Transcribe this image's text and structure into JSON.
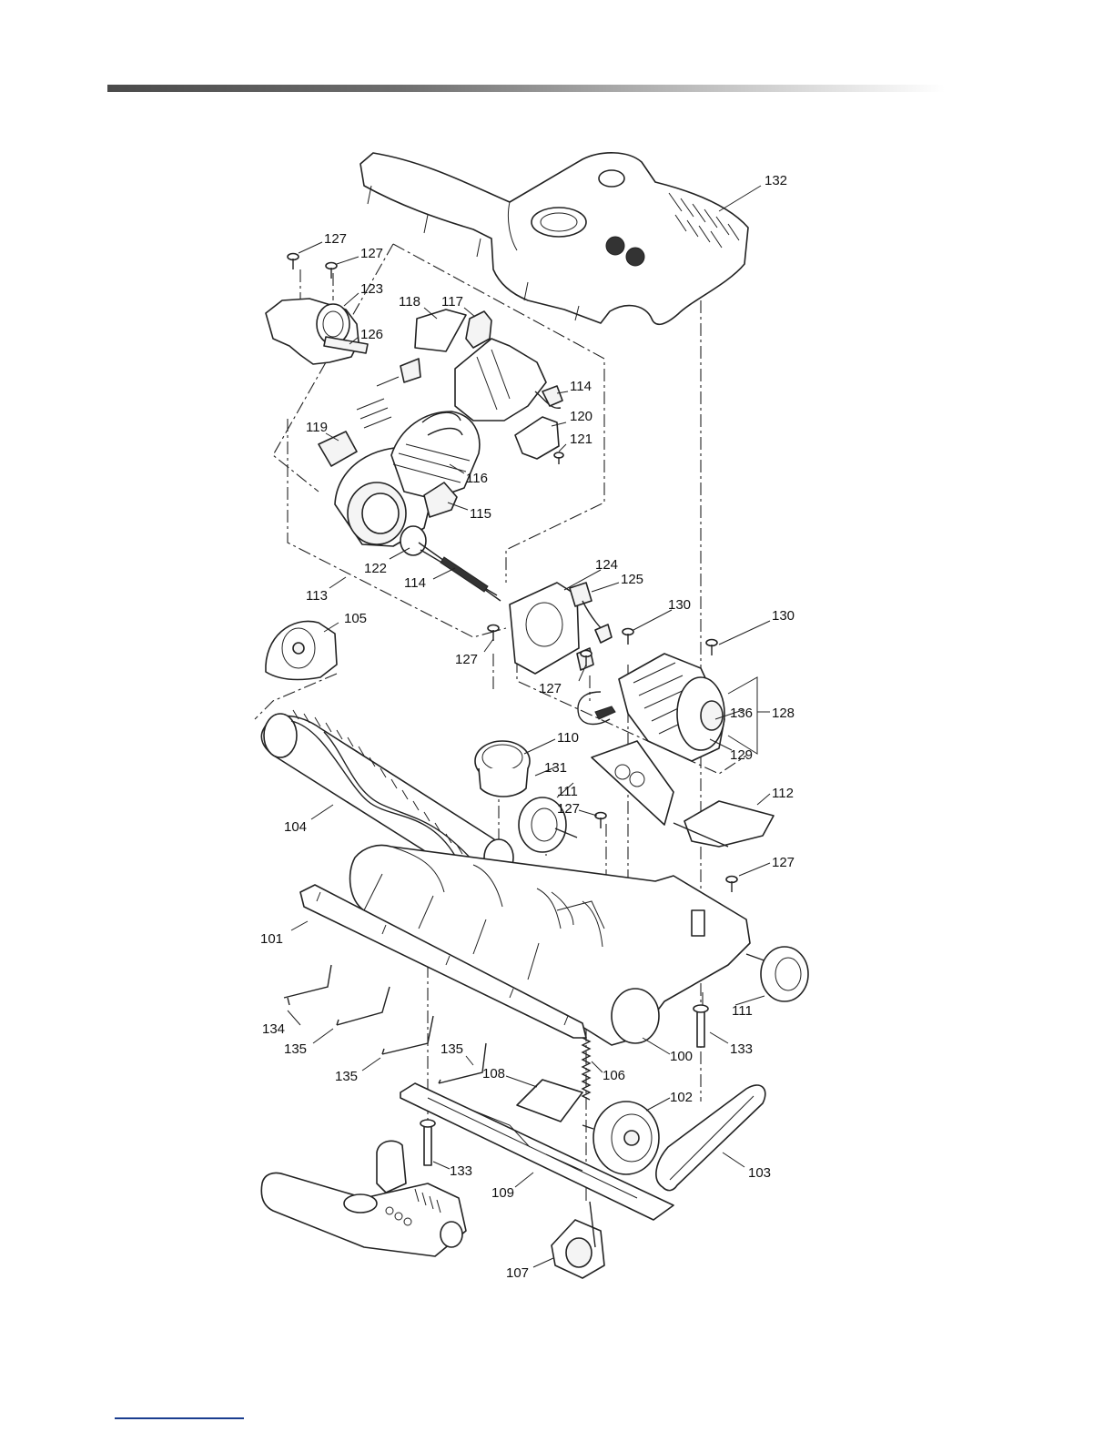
{
  "diagram": {
    "callouts": {
      "c100": "100",
      "c101": "101",
      "c102": "102",
      "c103": "103",
      "c104": "104",
      "c105": "105",
      "c106": "106",
      "c107": "107",
      "c108": "108",
      "c109": "109",
      "c110": "110",
      "c111a": "111",
      "c111b": "111",
      "c112": "112",
      "c113": "113",
      "c114a": "114",
      "c114b": "114",
      "c115": "115",
      "c116": "116",
      "c117": "117",
      "c118": "118",
      "c119": "119",
      "c120": "120",
      "c121": "121",
      "c122": "122",
      "c123": "123",
      "c124": "124",
      "c125": "125",
      "c126": "126",
      "c127a": "127",
      "c127b": "127",
      "c127c": "127",
      "c127d": "127",
      "c127e": "127",
      "c127f": "127",
      "c128": "128",
      "c129": "129",
      "c130a": "130",
      "c130b": "130",
      "c131": "131",
      "c132": "132",
      "c133a": "133",
      "c133b": "133",
      "c134": "134",
      "c135a": "135",
      "c135b": "135",
      "c135c": "135",
      "c136": "136"
    }
  },
  "colors": {
    "header_rule_dark": "#4a4a4a",
    "footer_rule": "#1a3d8f"
  }
}
